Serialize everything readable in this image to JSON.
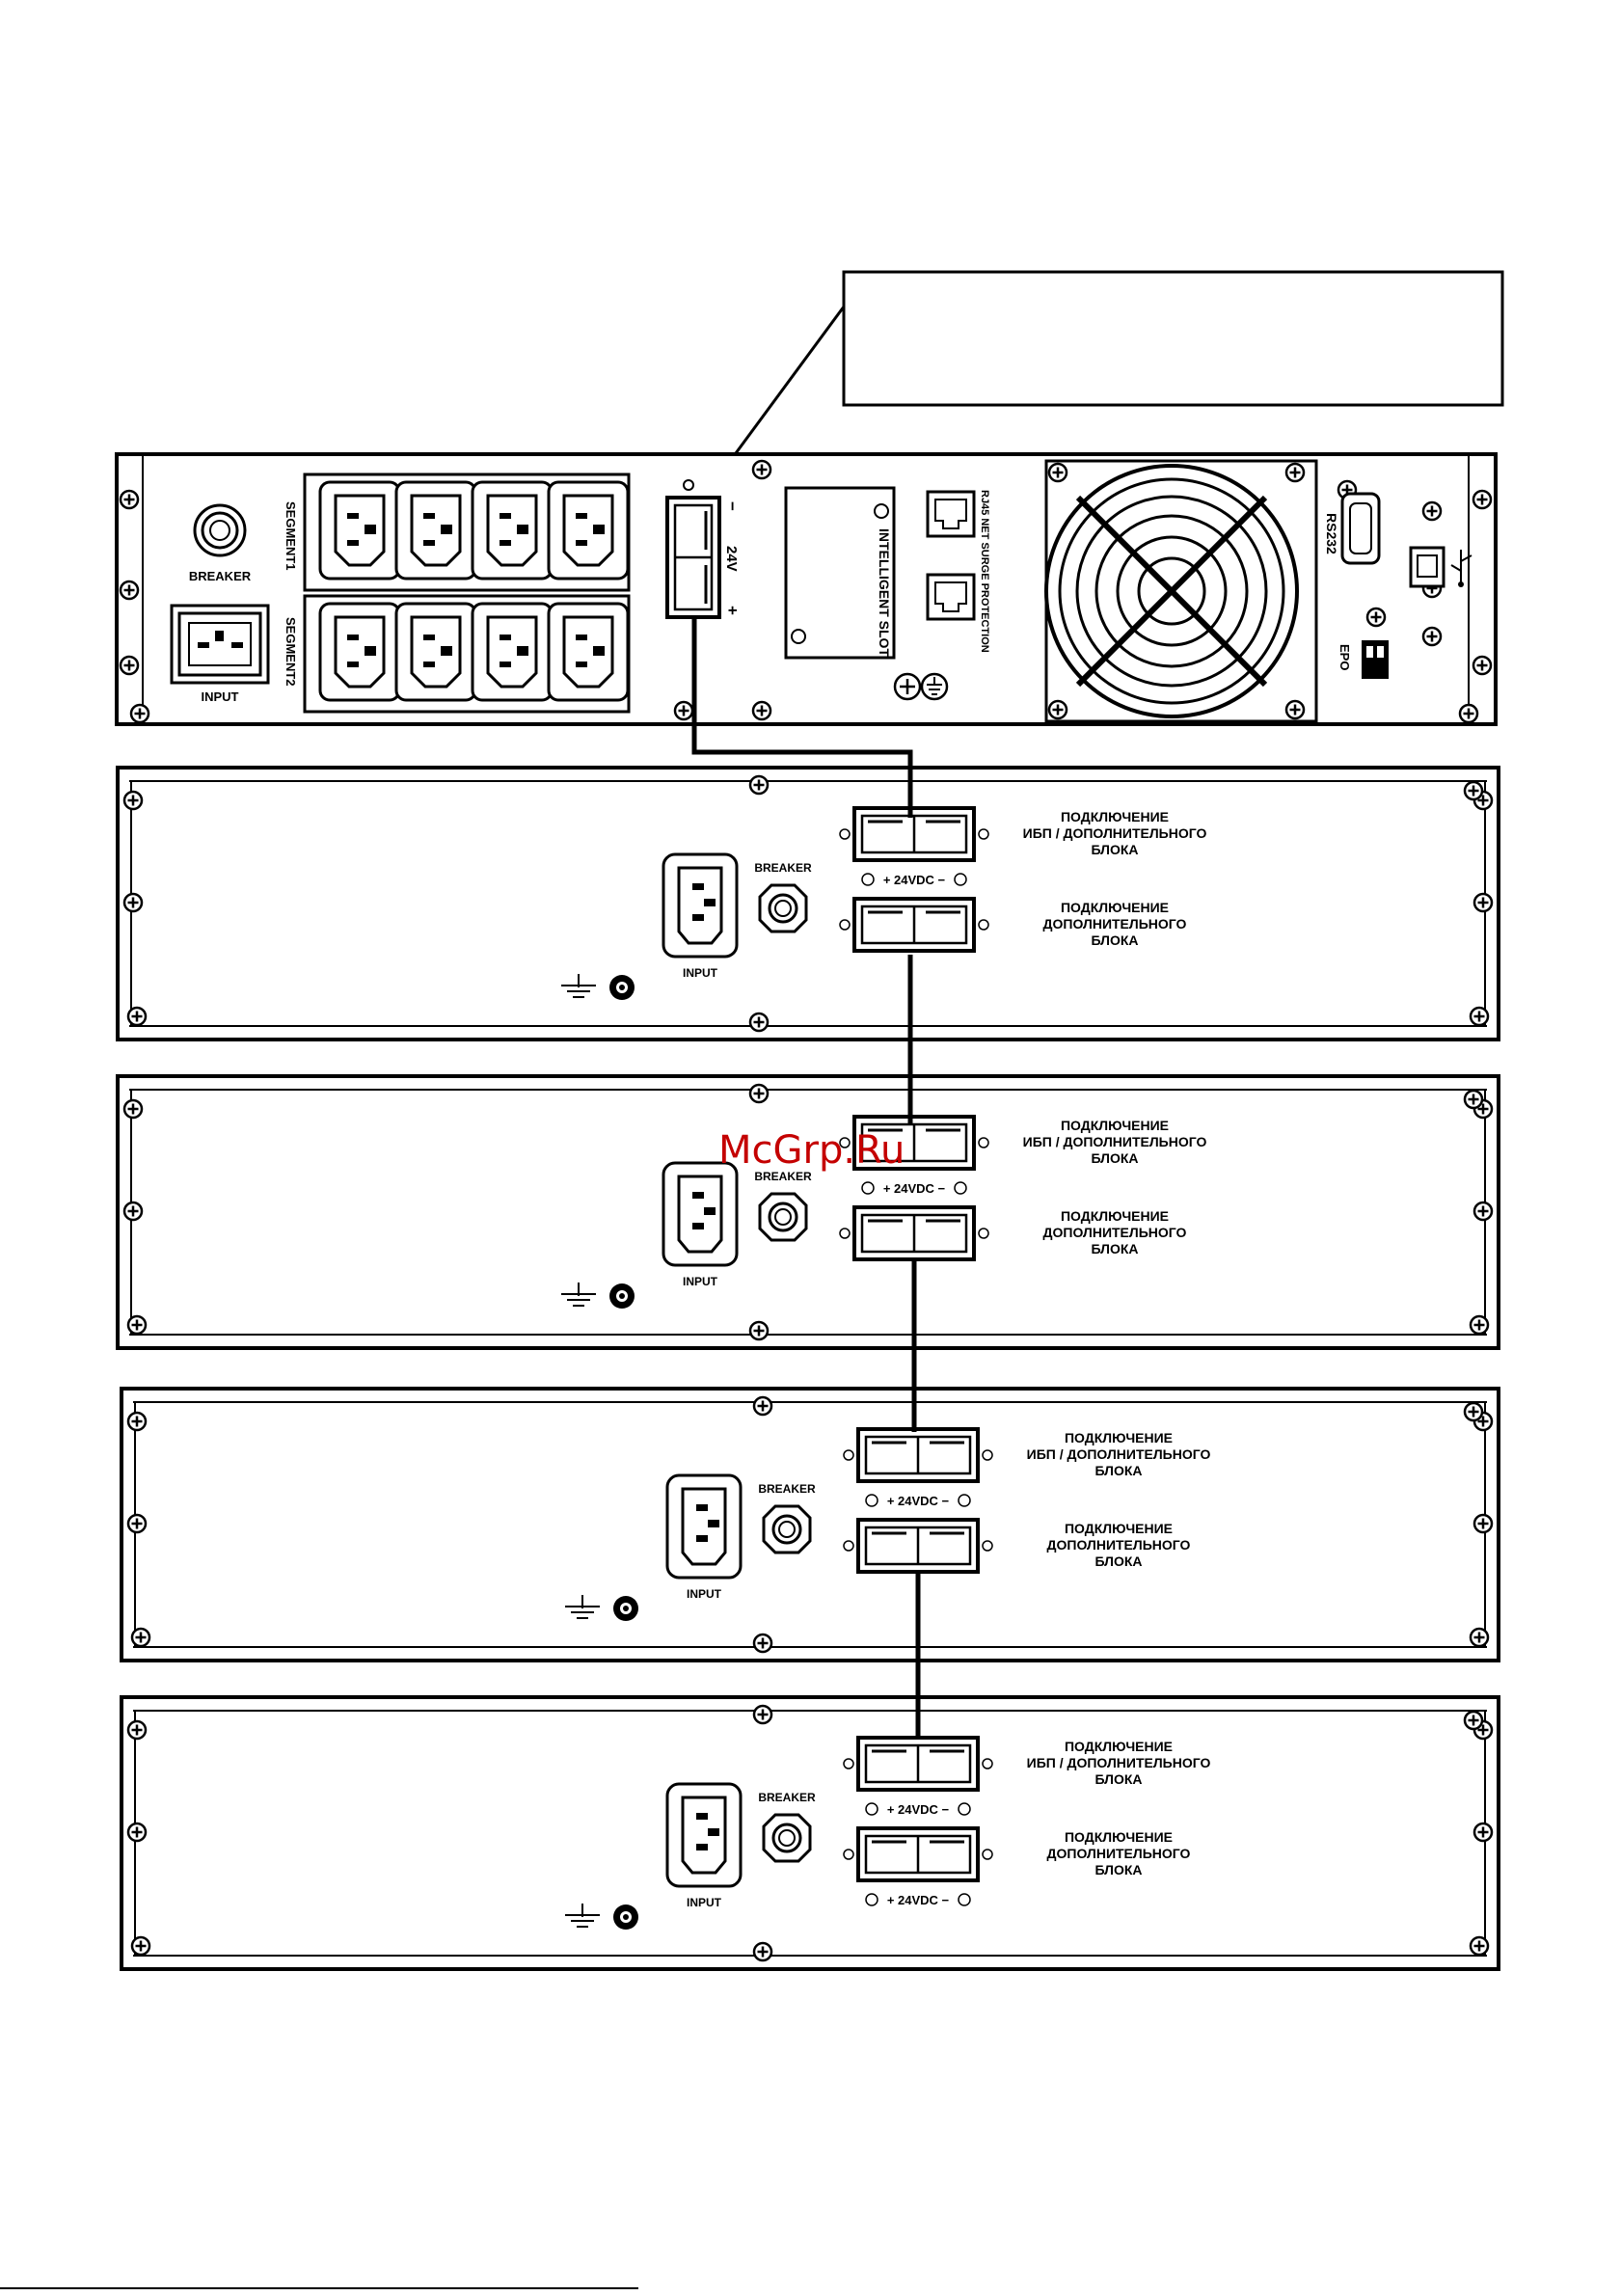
{
  "ups": {
    "breaker_label": "BREAKER",
    "input_label": "INPUT",
    "segment1_label": "SEGMENT1",
    "segment2_label": "SEGMENT2",
    "voltage_label": "24V",
    "minus_label": "−",
    "plus_label": "+",
    "slot_label": "INTELLIGENT SLOT",
    "rj45_label": "RJ45 NET SURGE PROTECTION",
    "rs232_label": "RS232",
    "epo_label": "EPO"
  },
  "callout": {
    "text": ""
  },
  "battery_modules": [
    {
      "breaker_label": "BREAKER",
      "input_label": "INPUT",
      "top_connector_label": [
        "ПОДКЛЮЧЕНИЕ",
        "ИБП / ДОПОЛНИТЕЛЬНОГО",
        "БЛОКА"
      ],
      "bottom_connector_label": [
        "ПОДКЛЮЧЕНИЕ",
        "ДОПОЛНИТЕЛЬНОГО",
        "БЛОКА"
      ],
      "voltage_label": "+ 24VDC −",
      "bottom_voltage_label": ""
    },
    {
      "breaker_label": "BREAKER",
      "input_label": "INPUT",
      "top_connector_label": [
        "ПОДКЛЮЧЕНИЕ",
        "ИБП / ДОПОЛНИТЕЛЬНОГО",
        "БЛОКА"
      ],
      "bottom_connector_label": [
        "ПОДКЛЮЧЕНИЕ",
        "ДОПОЛНИТЕЛЬНОГО",
        "БЛОКА"
      ],
      "voltage_label": "+ 24VDC −",
      "bottom_voltage_label": ""
    },
    {
      "breaker_label": "BREAKER",
      "input_label": "INPUT",
      "top_connector_label": [
        "ПОДКЛЮЧЕНИЕ",
        "ИБП / ДОПОЛНИТЕЛЬНОГО",
        "БЛОКА"
      ],
      "bottom_connector_label": [
        "ПОДКЛЮЧЕНИЕ",
        "ДОПОЛНИТЕЛЬНОГО",
        "БЛОКА"
      ],
      "voltage_label": "+ 24VDC −",
      "bottom_voltage_label": ""
    },
    {
      "breaker_label": "BREAKER",
      "input_label": "INPUT",
      "top_connector_label": [
        "ПОДКЛЮЧЕНИЕ",
        "ИБП / ДОПОЛНИТЕЛЬНОГО",
        "БЛОКА"
      ],
      "bottom_connector_label": [
        "ПОДКЛЮЧЕНИЕ",
        "ДОПОЛНИТЕЛЬНОГО",
        "БЛОКА"
      ],
      "voltage_label": "+ 24VDC −",
      "bottom_voltage_label": "+ 24VDC −"
    }
  ],
  "watermark": "McGrp.Ru",
  "colors": {
    "line": "#000000",
    "watermark": "#c40000",
    "background": "#ffffff"
  }
}
